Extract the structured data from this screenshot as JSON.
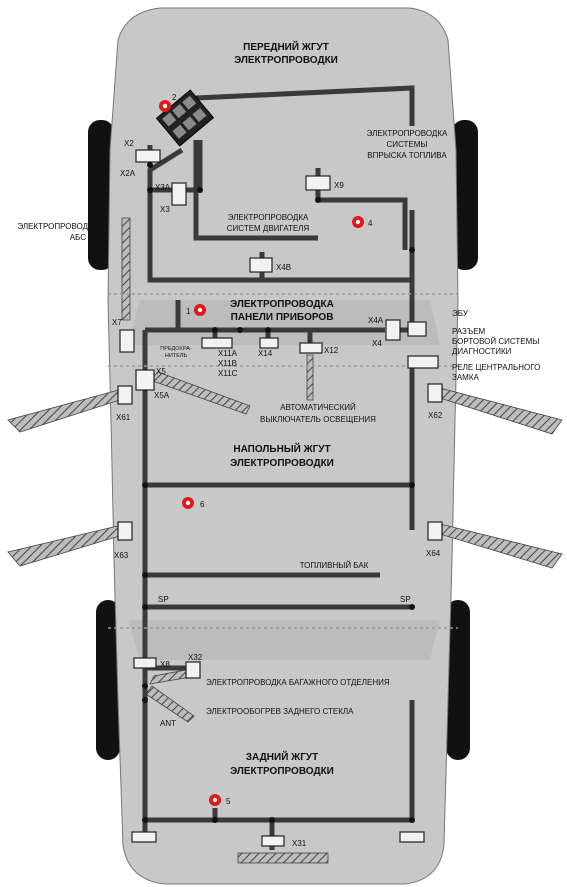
{
  "colors": {
    "body": "#c8c8c8",
    "window": "#111111",
    "wire": "#3a3a3a",
    "ground_marker": "#e01818",
    "background": "#ffffff"
  },
  "sections": {
    "front_title_1": "ПЕРЕДНИЙ ЖГУТ",
    "front_title_2": "ЭЛЕКТРОПРОВОДКИ",
    "panel_title_1": "ЭЛЕКТРОПРОВОДКА",
    "panel_title_2": "ПАНЕЛИ ПРИБОРОВ",
    "floor_title_1": "НАПОЛЬНЫЙ ЖГУТ",
    "floor_title_2": "ЭЛЕКТРОПРОВОДКИ",
    "rear_title_1": "ЗАДНИЙ ЖГУТ",
    "rear_title_2": "ЭЛЕКТРОПРОВОДКИ"
  },
  "labels": {
    "injection_1": "ЭЛЕКТРОПРОВОДКА",
    "injection_2": "СИСТЕМЫ",
    "injection_3": "ВПРЫСКА ТОПЛИВА",
    "abs_1": "ЭЛЕКТРОПРОВОДКА",
    "abs_2": "АБС",
    "engine_1": "ЭЛЕКТРОПРОВОДКА",
    "engine_2": "СИСТЕМ ДВИГАТЕЛЯ",
    "ecu": "ЭБУ",
    "diag_1": "РАЗЪЕМ",
    "diag_2": "БОРТОВОЙ СИСТЕМЫ",
    "diag_3": "ДИАГНОСТИКИ",
    "lock_relay_1": "РЕЛЕ ЦЕНТРАЛЬНОГО",
    "lock_relay_2": "ЗАМКА",
    "fuse_1": "ПРЕДОХРА-",
    "fuse_2": "НИТЕЛЬ",
    "light_switch_1": "АВТОМАТИЧЕСКИЙ",
    "light_switch_2": "ВЫКЛЮЧАТЕЛЬ ОСВЕЩЕНИЯ",
    "fuel_tank": "ТОПЛИВНЫЙ БАК",
    "trunk_wiring": "ЭЛЕКТРОПРОВОДКА БАГАЖНОГО ОТДЕЛЕНИЯ",
    "rear_defrost": "ЭЛЕКТРООБОГРЕВ ЗАДНЕГО СТЕКЛА",
    "ant": "ANT",
    "sp_left": "SP",
    "sp_right": "SP"
  },
  "connectors": {
    "x2": "X2",
    "x2a": "X2A",
    "x3a": "X3A",
    "x3": "X3",
    "x9": "X9",
    "x4b": "X4B",
    "x7": "X7",
    "x4a": "X4A",
    "x4": "X4",
    "x11a": "X11A",
    "x11b": "X11B",
    "x11c": "X11C",
    "x14": "X14",
    "x12": "X12",
    "x5": "X5",
    "x5a": "X5A",
    "x61": "X61",
    "x62": "X62",
    "x63": "X63",
    "x64": "X64",
    "x8": "X8",
    "x32": "X32",
    "x31": "X31"
  },
  "ground_points": {
    "g1": "1",
    "g2": "2",
    "g4": "4",
    "g5": "5",
    "g6": "6"
  }
}
